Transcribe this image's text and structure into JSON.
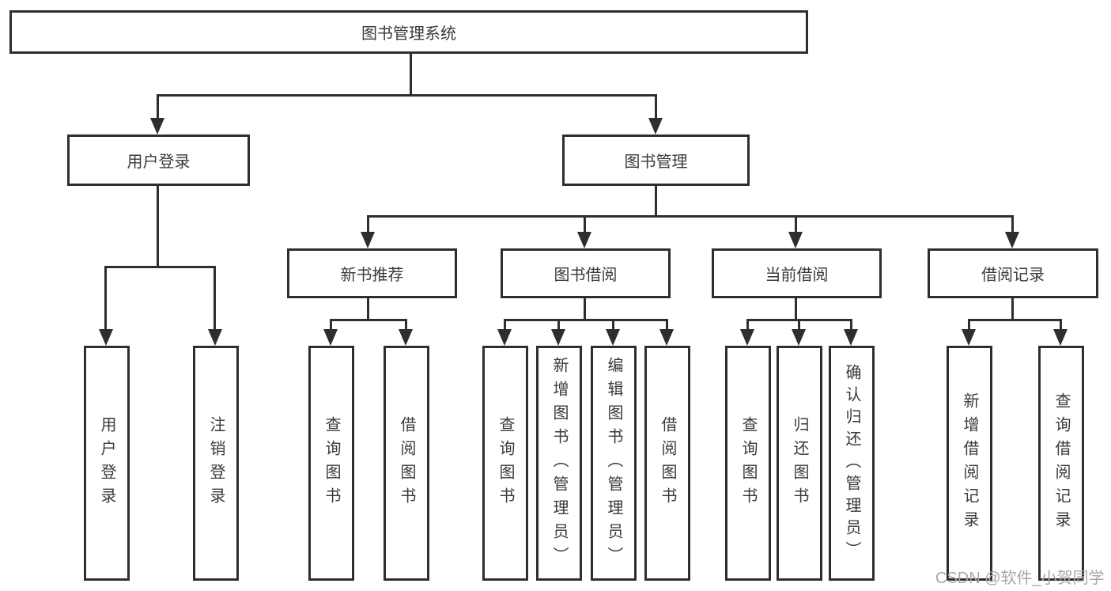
{
  "tree": {
    "label": "图书管理系统",
    "children": [
      {
        "label": "用户登录",
        "children": [
          {
            "label": "用户登录"
          },
          {
            "label": "注销登录"
          }
        ]
      },
      {
        "label": "图书管理",
        "children": [
          {
            "label": "新书推荐",
            "children": [
              {
                "label": "查询图书"
              },
              {
                "label": "借阅图书"
              }
            ]
          },
          {
            "label": "图书借阅",
            "children": [
              {
                "label": "查询图书"
              },
              {
                "label": "新增图书（管理员）"
              },
              {
                "label": "编辑图书（管理员）"
              },
              {
                "label": "借阅图书"
              }
            ]
          },
          {
            "label": "当前借阅",
            "children": [
              {
                "label": "查询图书"
              },
              {
                "label": "归还图书"
              },
              {
                "label": "确认归还（管理员）"
              }
            ]
          },
          {
            "label": "借阅记录",
            "children": [
              {
                "label": "新增借阅记录"
              },
              {
                "label": "查询借阅记录"
              }
            ]
          }
        ]
      }
    ]
  },
  "watermark": {
    "text": "CSDN @软件_小贺同学"
  },
  "colors": {
    "line": "#2e2e2e",
    "text": "#3a3a3a",
    "background": "#ffffff",
    "watermark": "#a4a8ae"
  }
}
